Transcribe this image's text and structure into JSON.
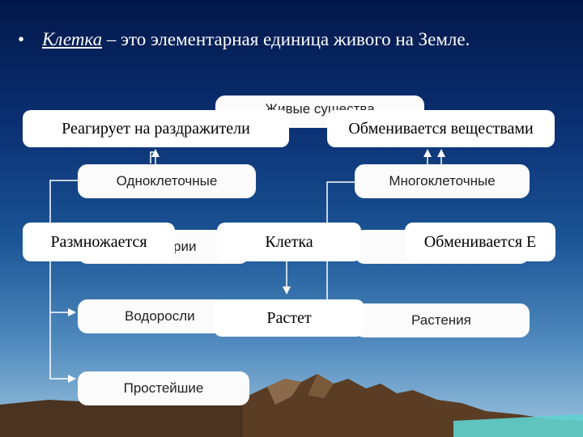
{
  "slide": {
    "bullet": "•",
    "title_term": "Клетка",
    "title_rest": " – это элементарная единица живого на Земле."
  },
  "diagram": {
    "back_boxes": {
      "living": "Живые существа",
      "unicellular": "Одноклеточные",
      "multicellular": "Многоклеточные",
      "bacteria_partial": "рии",
      "algae": "Водоросли",
      "plants": "Растения",
      "protozoa": "Простейшие"
    },
    "front_boxes": {
      "reacts": "Реагирует на раздражители",
      "exchanges_substances": "Обменивается веществами",
      "reproduces": "Размножается",
      "cell": "Клетка",
      "exchanges_energy": "Обменивается Е",
      "grows": "Растет"
    }
  },
  "colors": {
    "sky_top": "#03184a",
    "sky_bottom": "#9cc4de",
    "box_fill": "#ffffff",
    "mountain": "#6b4a2c",
    "sea": "#5fd2cf"
  }
}
